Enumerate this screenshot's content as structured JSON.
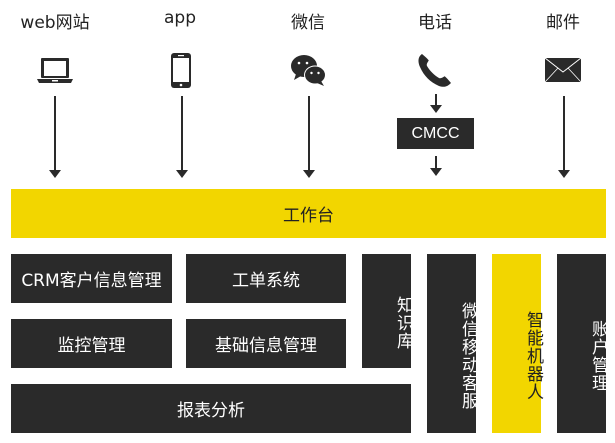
{
  "channels": [
    {
      "label": "web网站",
      "icon": "laptop-icon"
    },
    {
      "label": "app",
      "icon": "smartphone-icon"
    },
    {
      "label": "微信",
      "icon": "wechat-icon"
    },
    {
      "label": "电话",
      "icon": "phone-icon"
    },
    {
      "label": "邮件",
      "icon": "envelope-icon"
    }
  ],
  "gateway": {
    "label": "CMCC"
  },
  "workbench": {
    "label": "工作台"
  },
  "modules": {
    "crm": "CRM客户信息管理",
    "ticket": "工单系统",
    "monitor": "监控管理",
    "basic_info": "基础信息管理",
    "report": "报表分析",
    "knowledge": "知识库",
    "wechat_service": "微信移动客服",
    "robot": "智能机器人",
    "account": "账户管理"
  },
  "colors": {
    "accent": "#f2d600",
    "dark": "#2a2a2a",
    "text_light": "#ffffff",
    "text_dark": "#222222"
  }
}
